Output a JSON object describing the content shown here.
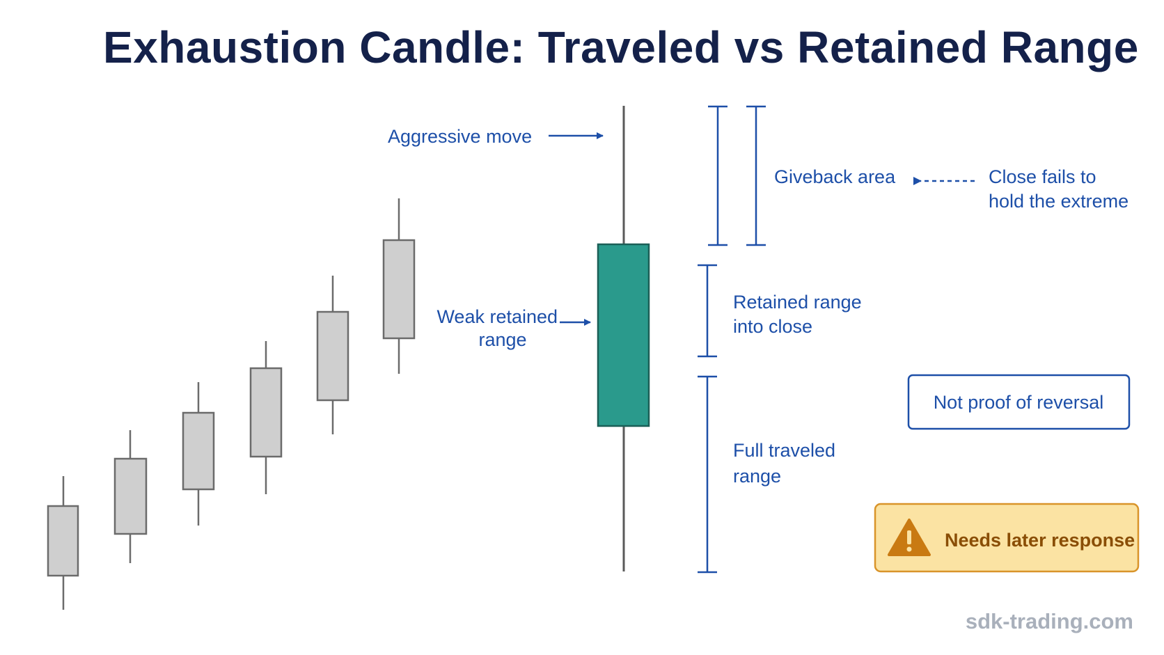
{
  "title": "Exhaustion Candle: Traveled vs Retained Range",
  "labels": {
    "aggressive_move": "Aggressive move",
    "giveback_area": "Giveback area",
    "close_fails_line1": "Close fails to",
    "close_fails_line2": "hold the extreme",
    "weak_retained_line1": "Weak retained",
    "weak_retained_line2": "range",
    "retained_range_line1": "Retained range",
    "retained_range_line2": "into close",
    "full_traveled_line1": "Full traveled",
    "full_traveled_line2": "range"
  },
  "callouts": {
    "not_proof": "Not proof of reversal",
    "needs_later": "Needs later response"
  },
  "watermark": "sdk-trading.com",
  "colors": {
    "title": "#14214a",
    "label": "#1d4fa8",
    "candle_gray_fill": "#cfcfcf",
    "candle_gray_stroke": "#6b6b6b",
    "candle_teal_fill": "#2a9a8c",
    "candle_teal_stroke": "#1b5f57",
    "warning_fill": "#fbe3a3",
    "warning_stroke": "#d9942a",
    "warning_icon": "#c97a12",
    "watermark": "#a9b0bb"
  },
  "icons": {
    "warning": "warning-triangle-icon"
  }
}
